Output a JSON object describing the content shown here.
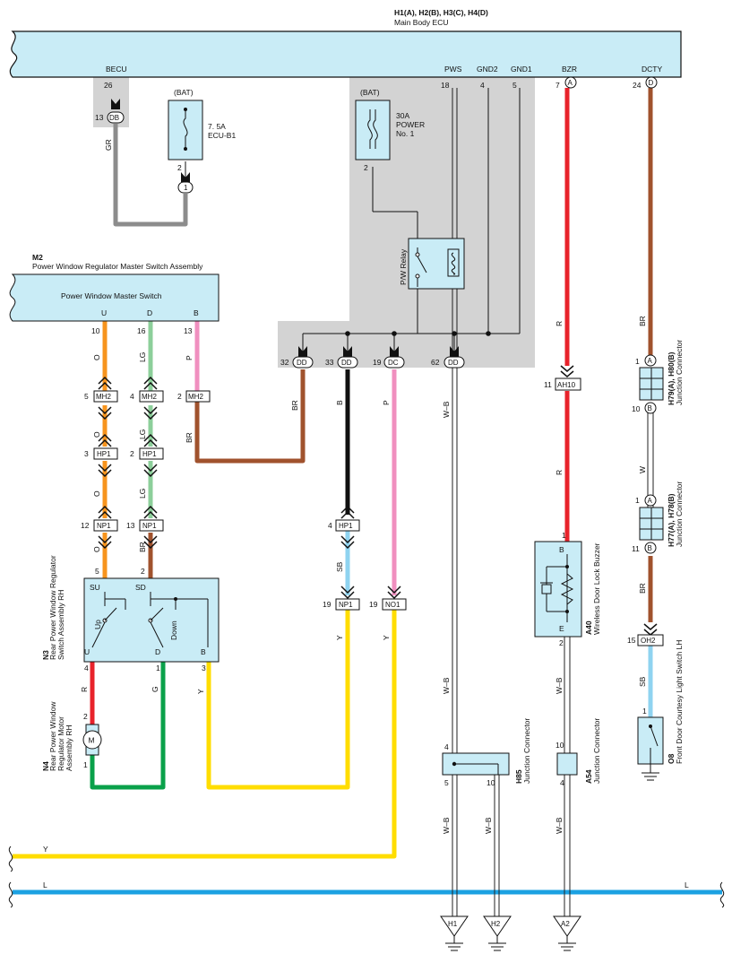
{
  "ecu": {
    "title": "H1(A), H2(B), H3(C), H4(D)",
    "subtitle": "Main Body ECU",
    "pins": [
      "BECU",
      "PWS",
      "GND2",
      "GND1",
      "BZR",
      "DCTY"
    ],
    "pin_nums": [
      "26",
      "18",
      "4",
      "5",
      "7",
      "24"
    ],
    "pin_letters": [
      "A",
      "D"
    ]
  },
  "bat1": {
    "label": "(BAT)",
    "rating": "7. 5A",
    "name": "ECU-B1",
    "pin": "2",
    "conn": "1"
  },
  "bat2": {
    "label": "(BAT)",
    "rating": "30A",
    "name1": "POWER",
    "name2": "No. 1",
    "pin": "2"
  },
  "relay": {
    "label": "P/W Relay"
  },
  "m2": {
    "id": "M2",
    "name": "Power Window Regulator Master Switch Assembly",
    "box": "Power Window Master Switch",
    "pins": [
      "U",
      "D",
      "B"
    ]
  },
  "connectors": {
    "db": "13",
    "db_label": "DB",
    "dd32": "32",
    "dd33": "33",
    "dc19": "19",
    "dd62": "62",
    "dd": "DD",
    "dc": "DC",
    "mh2": "MH2",
    "hp1": "HP1",
    "np1": "NP1",
    "no1": "NO1",
    "ah10": "AH10",
    "oh2": "OH2",
    "n10": "10",
    "n16": "16",
    "n13": "13",
    "n5": "5",
    "n4": "4",
    "n2": "2",
    "n3": "3",
    "n12": "12",
    "n11": "11",
    "n15": "15",
    "n1": "1",
    "n19": "19"
  },
  "wires": {
    "gr": "GR",
    "br": "BR",
    "b": "B",
    "p": "P",
    "wb": "W–B",
    "r": "R",
    "o": "O",
    "lg": "LG",
    "sb": "SB",
    "y": "Y",
    "g": "G",
    "w": "W",
    "l": "L"
  },
  "n3": {
    "id": "N3",
    "name1": "Rear Power Window Regulator",
    "name2": "Switch Assembly RH",
    "su": "SU",
    "sd": "SD",
    "up": "Up",
    "down": "Down",
    "u": "U",
    "d": "D",
    "b": "B",
    "p4": "4",
    "p1": "1",
    "p3": "3"
  },
  "n4": {
    "id": "N4",
    "name1": "Rear Power Window",
    "name2": "Regulator Motor",
    "name3": "Assembly RH",
    "m": "M"
  },
  "h79": {
    "id": "H79(A), H80(B)",
    "name": "Junction Connector",
    "a": "A",
    "b": "B"
  },
  "h77": {
    "id": "H77(A), H78(B)",
    "name": "Junction Connector",
    "a": "A",
    "b": "B"
  },
  "a40": {
    "id": "A40",
    "name": "Wireless Door Lock Buzzer",
    "b": "B",
    "e": "E"
  },
  "h85": {
    "id": "H85",
    "name": "Junction Connector"
  },
  "a54": {
    "id": "A54",
    "name": "Junction Connector"
  },
  "o8": {
    "id": "O8",
    "name": "Front Door Courtesy Light Switch LH"
  },
  "grounds": [
    "H1",
    "H2",
    "A2"
  ],
  "colors": {
    "ecu_fill": "#c9ecf6",
    "shade": "#d3d3d3",
    "gray": "#8c8c8c",
    "brown": "#a0522d",
    "black": "#111111",
    "pink": "#f08fbf",
    "red": "#e8232b",
    "orange": "#f7941d",
    "lightgreen": "#8ccf9a",
    "lightblue": "#8fd3f0",
    "yellow": "#ffdd00",
    "green": "#0aa14a",
    "blue": "#1ba1e2"
  }
}
